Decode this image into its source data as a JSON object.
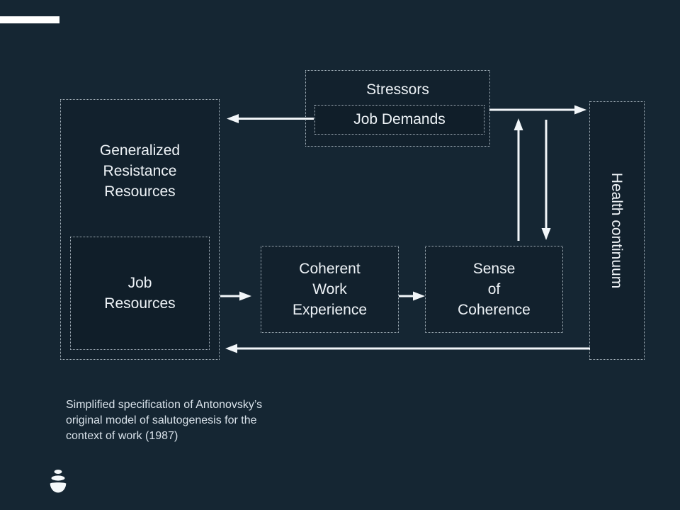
{
  "slide": {
    "background_color": "#152633",
    "accent_bar_color": "#ffffff",
    "box_border_color": "#c8d4dd",
    "label_text_color": "#eef3f7",
    "caption_text_color": "#d9e2ea",
    "arrow_color": "#f2f6f9"
  },
  "diagram": {
    "stressors_label": "Stressors",
    "job_demands_label": "Job Demands",
    "grr_label": "Generalized\nResistance\nResources",
    "job_resources_label": "Job\nResources",
    "coherent_work_label": "Coherent\nWork\nExperience",
    "sense_of_coherence_label": "Sense\nof\nCoherence",
    "health_continuum_label": "Health continuum",
    "edges": [
      {
        "from": "job-demands",
        "to": "generalized-resistance-resources",
        "direction": "left"
      },
      {
        "from": "stressors",
        "to": "health-continuum",
        "direction": "right"
      },
      {
        "from": "sense-of-coherence",
        "to": "stressors",
        "direction": "up"
      },
      {
        "from": "stressors",
        "to": "sense-of-coherence",
        "direction": "down"
      },
      {
        "from": "job-resources",
        "to": "coherent-work-experience",
        "direction": "right"
      },
      {
        "from": "coherent-work-experience",
        "to": "sense-of-coherence",
        "direction": "right"
      },
      {
        "from": "health-continuum",
        "to": "generalized-resistance-resources",
        "direction": "left"
      }
    ]
  },
  "caption": {
    "text": "Simplified specification of Antonovsky’s\noriginal model of salutogenesis for the\ncontext of work (1987)"
  },
  "icons": {
    "logo": "stacked-stones-logo"
  }
}
